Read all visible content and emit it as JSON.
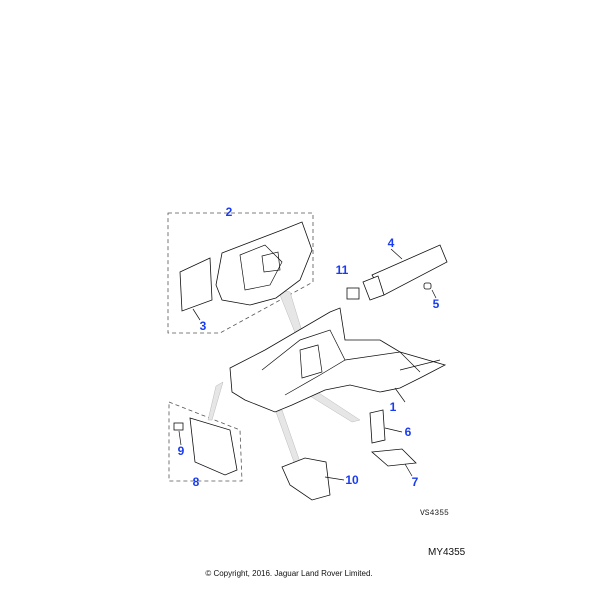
{
  "diagram": {
    "callouts": [
      "1",
      "2",
      "3",
      "4",
      "5",
      "6",
      "7",
      "8",
      "9",
      "10",
      "11"
    ],
    "illustration_code": "VS4355",
    "reference": "MY4355",
    "copyright": "© Copyright, 2016. Jaguar Land Rover Limited.",
    "callout_color": "#1a3cf0"
  }
}
